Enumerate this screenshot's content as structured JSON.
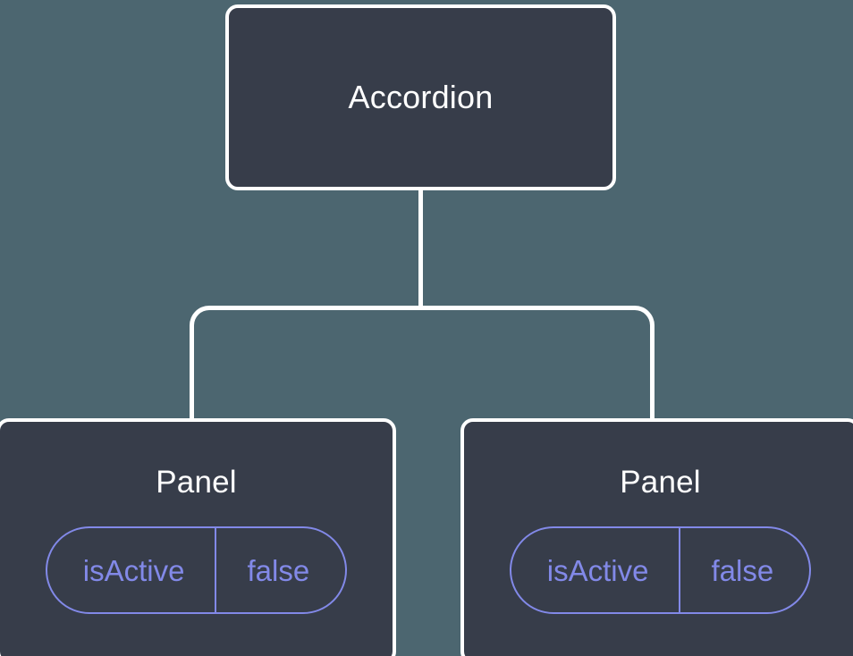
{
  "diagram": {
    "type": "component-tree",
    "orientation": "top-down",
    "colors": {
      "background": "#4c6670",
      "node_fill": "#373d4a",
      "node_stroke": "#ffffff",
      "title_text": "#ffffff",
      "accent": "#8289e8"
    },
    "root": {
      "label": "Accordion"
    },
    "children": [
      {
        "label": "Panel",
        "state": {
          "key": "isActive",
          "value": "false"
        }
      },
      {
        "label": "Panel",
        "state": {
          "key": "isActive",
          "value": "false"
        }
      }
    ],
    "edges": [
      {
        "from": "Accordion",
        "to": "Panel",
        "index": 0
      },
      {
        "from": "Accordion",
        "to": "Panel",
        "index": 1
      }
    ]
  }
}
